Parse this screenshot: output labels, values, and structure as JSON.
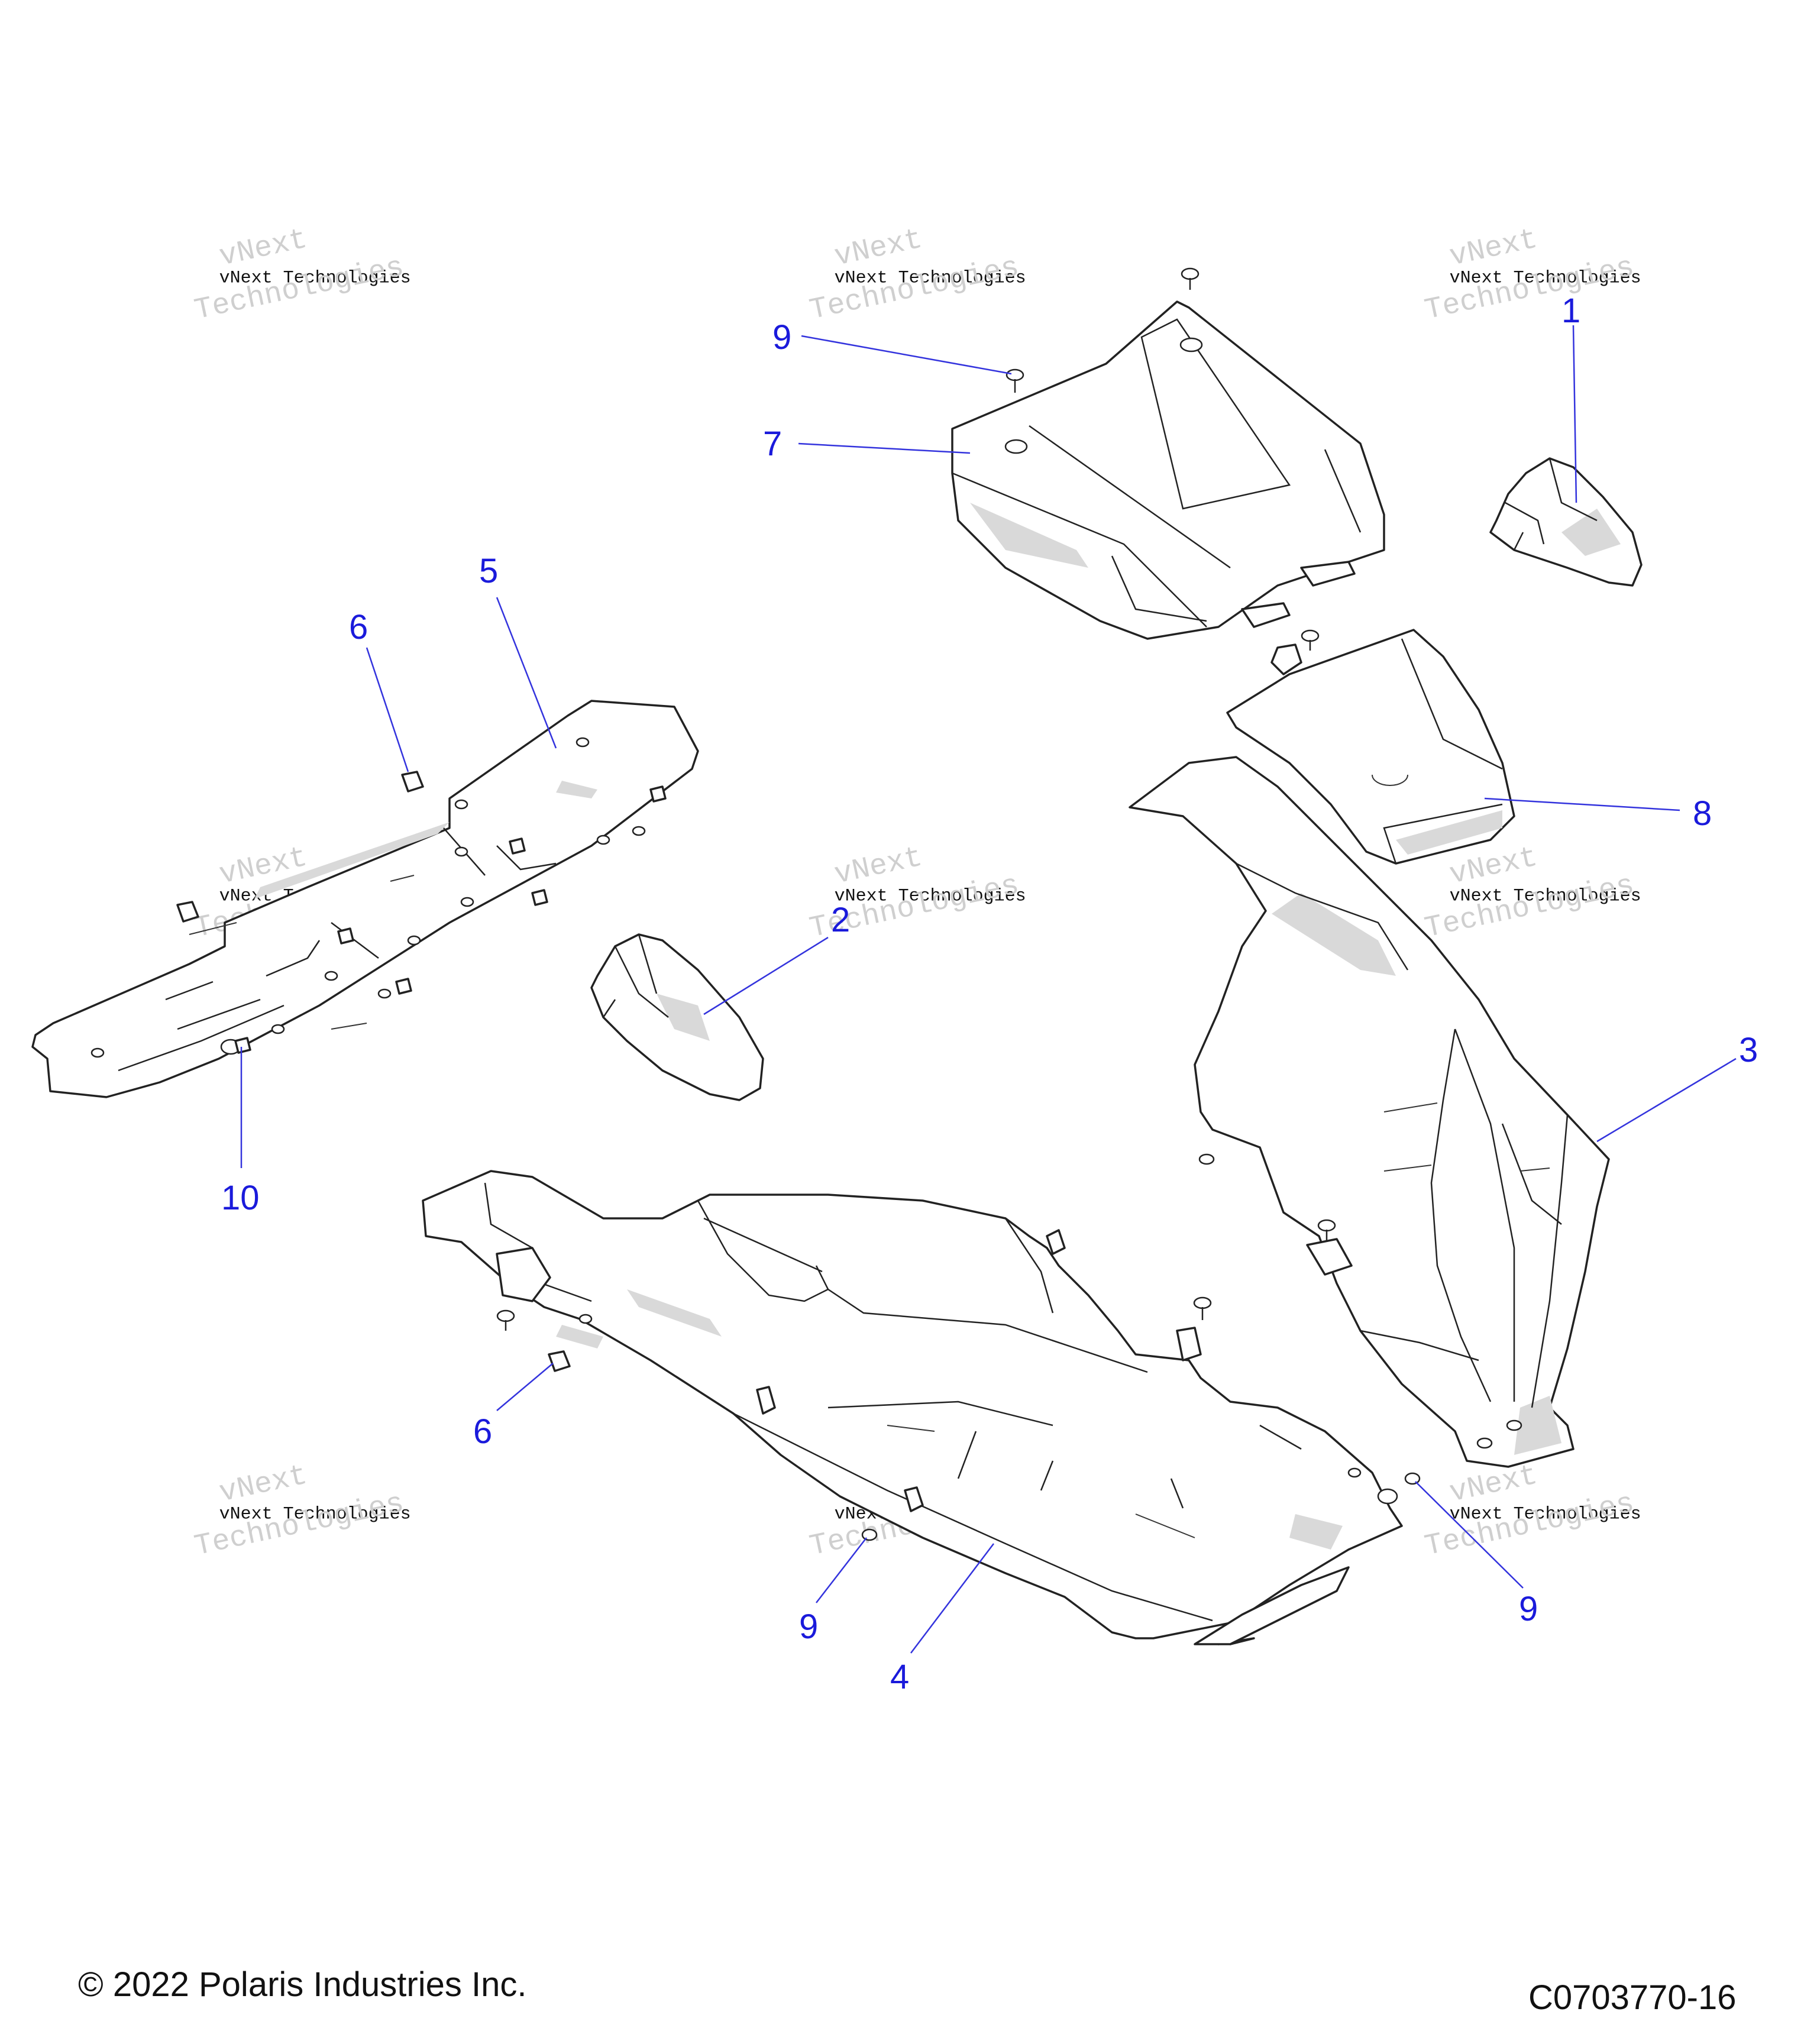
{
  "footer": {
    "copyright": "© 2022 Polaris Industries Inc.",
    "drawing_number": "C0703770-16"
  },
  "watermark": {
    "line1": "vNext Technologies",
    "line2": "vNext",
    "line3": "Technologies"
  },
  "callouts": {
    "c1": "1",
    "c2": "2",
    "c3": "3",
    "c4": "4",
    "c5": "5",
    "c6a": "6",
    "c6b": "6",
    "c7": "7",
    "c8": "8",
    "c9a": "9",
    "c9b": "9",
    "c9c": "9",
    "c10": "10"
  },
  "colors": {
    "callout": "#1a1adb",
    "leader": "#3333dd",
    "linework": "#222222",
    "shading": "#d9d9d9"
  }
}
